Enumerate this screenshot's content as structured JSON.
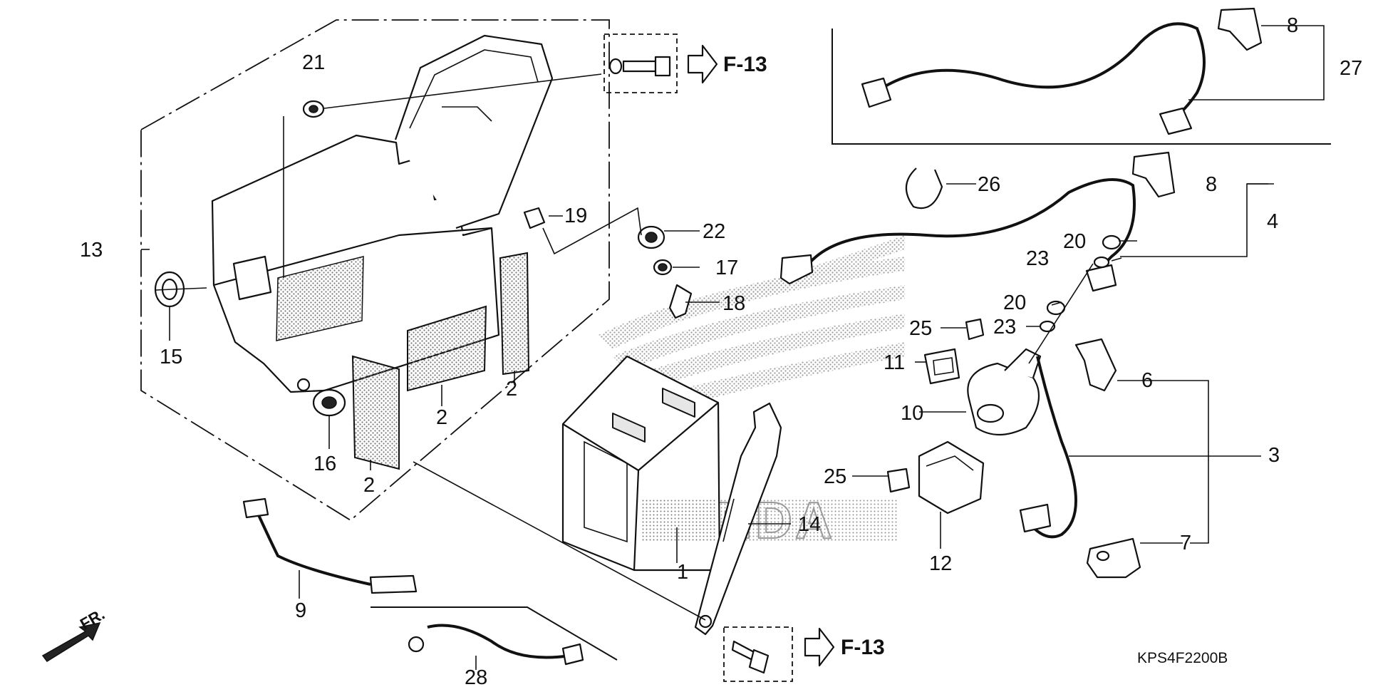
{
  "diagram": {
    "code": "KPS4F2200B",
    "front_label": "FR.",
    "refs": [
      {
        "label": "F-13"
      },
      {
        "label": "F-13"
      }
    ],
    "callouts": [
      {
        "n": "1"
      },
      {
        "n": "2"
      },
      {
        "n": "2"
      },
      {
        "n": "2"
      },
      {
        "n": "2"
      },
      {
        "n": "3"
      },
      {
        "n": "4"
      },
      {
        "n": "6"
      },
      {
        "n": "7"
      },
      {
        "n": "8"
      },
      {
        "n": "8"
      },
      {
        "n": "9"
      },
      {
        "n": "10"
      },
      {
        "n": "11"
      },
      {
        "n": "12"
      },
      {
        "n": "13"
      },
      {
        "n": "14"
      },
      {
        "n": "15"
      },
      {
        "n": "16"
      },
      {
        "n": "17"
      },
      {
        "n": "18"
      },
      {
        "n": "19"
      },
      {
        "n": "20"
      },
      {
        "n": "20"
      },
      {
        "n": "21"
      },
      {
        "n": "22"
      },
      {
        "n": "23"
      },
      {
        "n": "23"
      },
      {
        "n": "25"
      },
      {
        "n": "25"
      },
      {
        "n": "26"
      },
      {
        "n": "27"
      },
      {
        "n": "28"
      }
    ],
    "watermark_text": "HONDA"
  }
}
